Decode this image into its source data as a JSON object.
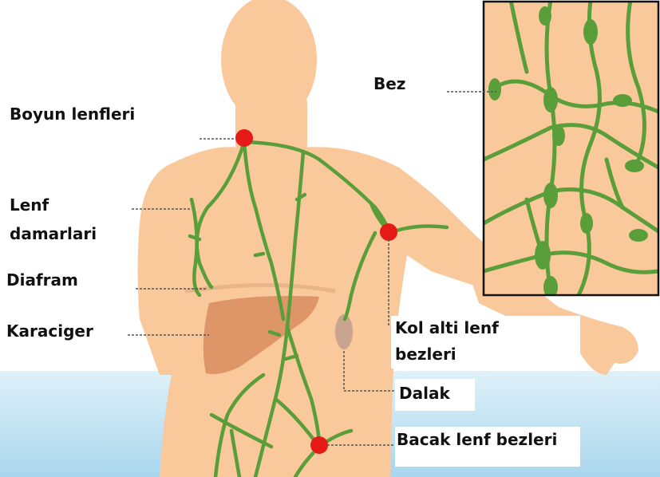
{
  "labels": {
    "bez": "Bez",
    "boyun": "Boyun lenfleri",
    "lenf_line1": "Lenf",
    "lenf_line2": "damarlari",
    "diafram": "Diafram",
    "karaciger": "Karaciger",
    "kolalti_line1": "Kol alti lenf",
    "kolalti_line2": "bezleri",
    "dalak": "Dalak",
    "bacak": "Bacak lenf bezleri"
  },
  "colors": {
    "skin": "#f9c89b",
    "vessel": "#5a9e3a",
    "node": "#e51a17",
    "liver": "#d98c5f",
    "water": "#c6e4f2",
    "spleen": "#c9a590",
    "leader": "#555555"
  }
}
